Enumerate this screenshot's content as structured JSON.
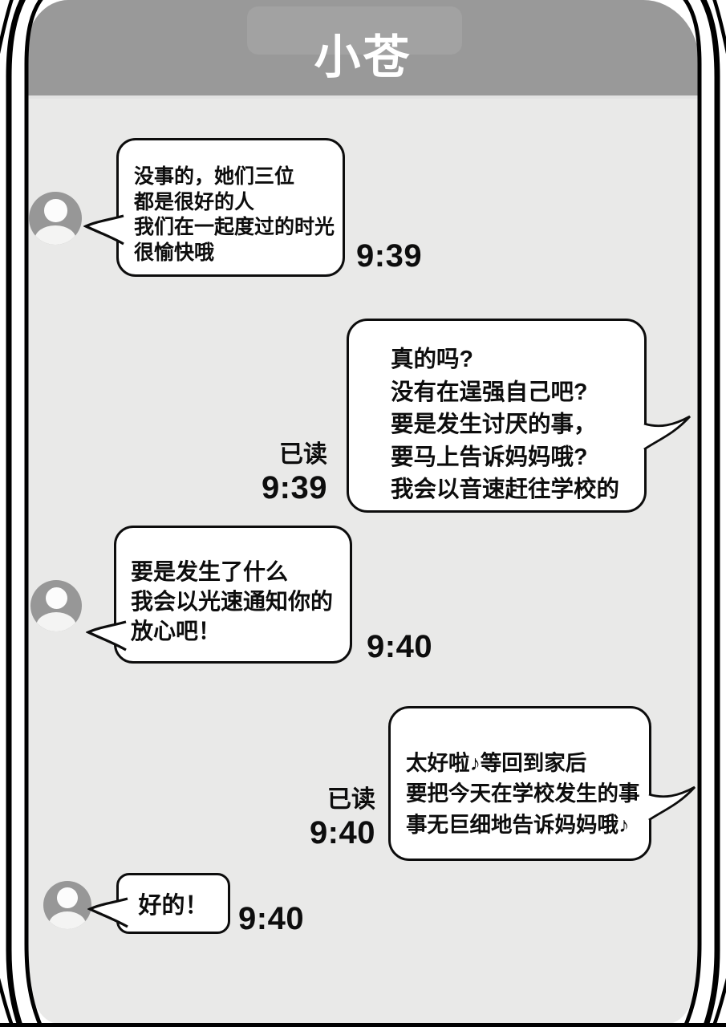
{
  "colors": {
    "header-bg": "#999999",
    "header-band": "#a2a2a2",
    "title-color": "#ffffff",
    "chat-bg": "#e9e9e8",
    "bubble-bg": "#ffffff",
    "ink": "#0d0d0d",
    "avatar-bg": "#979797",
    "avatar-figure": "#fcfcfc",
    "frame": "#000000"
  },
  "header": {
    "title": "小苍"
  },
  "conversation": {
    "messages": [
      {
        "sender": "contact",
        "lines": [
          "没事的，她们三位",
          "都是很好的人",
          "我们在一起度过的时光",
          "很愉快哦"
        ],
        "time": "9:39"
      },
      {
        "sender": "user",
        "read_label": "已读",
        "time": "9:39",
        "lines": [
          "真的吗?",
          "没有在逞强自己吧?",
          "要是发生讨厌的事，",
          "要马上告诉妈妈哦?",
          "我会以音速赶往学校的"
        ]
      },
      {
        "sender": "contact",
        "lines": [
          "要是发生了什么",
          "我会以光速通知你的",
          "放心吧！"
        ],
        "time": "9:40"
      },
      {
        "sender": "user",
        "read_label": "已读",
        "time": "9:40",
        "lines": [
          "太好啦♪等回到家后",
          "要把今天在学校发生的事",
          "事无巨细地告诉妈妈哦♪"
        ]
      },
      {
        "sender": "contact",
        "lines": [
          "好的！"
        ],
        "time": "9:40"
      }
    ]
  }
}
